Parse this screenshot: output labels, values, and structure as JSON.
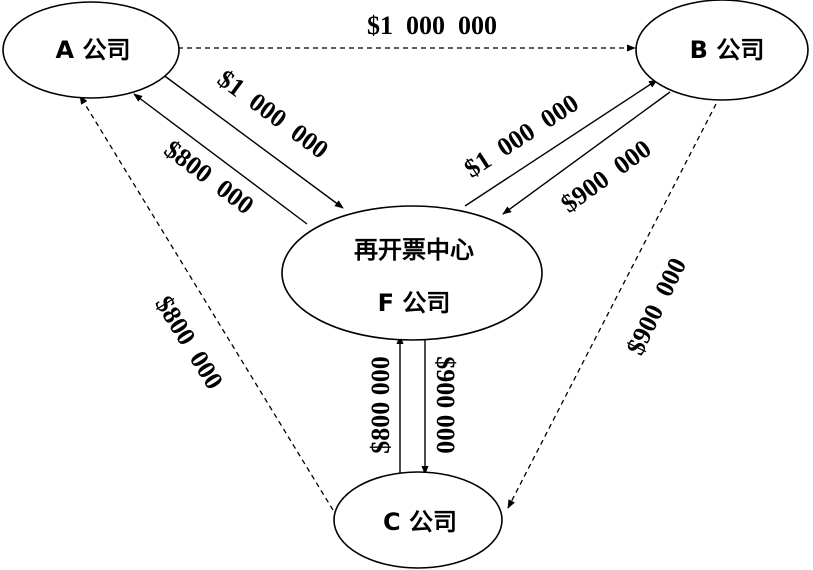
{
  "nodes": {
    "a": "A 公司",
    "b": "B 公司",
    "c": "C 公司",
    "f_line1": "再开票中心",
    "f_line2": "F 公司"
  },
  "edges": {
    "a_to_b": "$1  000  000",
    "a_to_f": "$1  000  000",
    "f_to_a": "$800  000",
    "f_to_b": "$1  000  000",
    "b_to_f": "$900  000",
    "c_to_a": "$800  000",
    "b_to_c": "$900  000",
    "c_to_f": "$800 000",
    "f_to_c": "$900 000"
  }
}
